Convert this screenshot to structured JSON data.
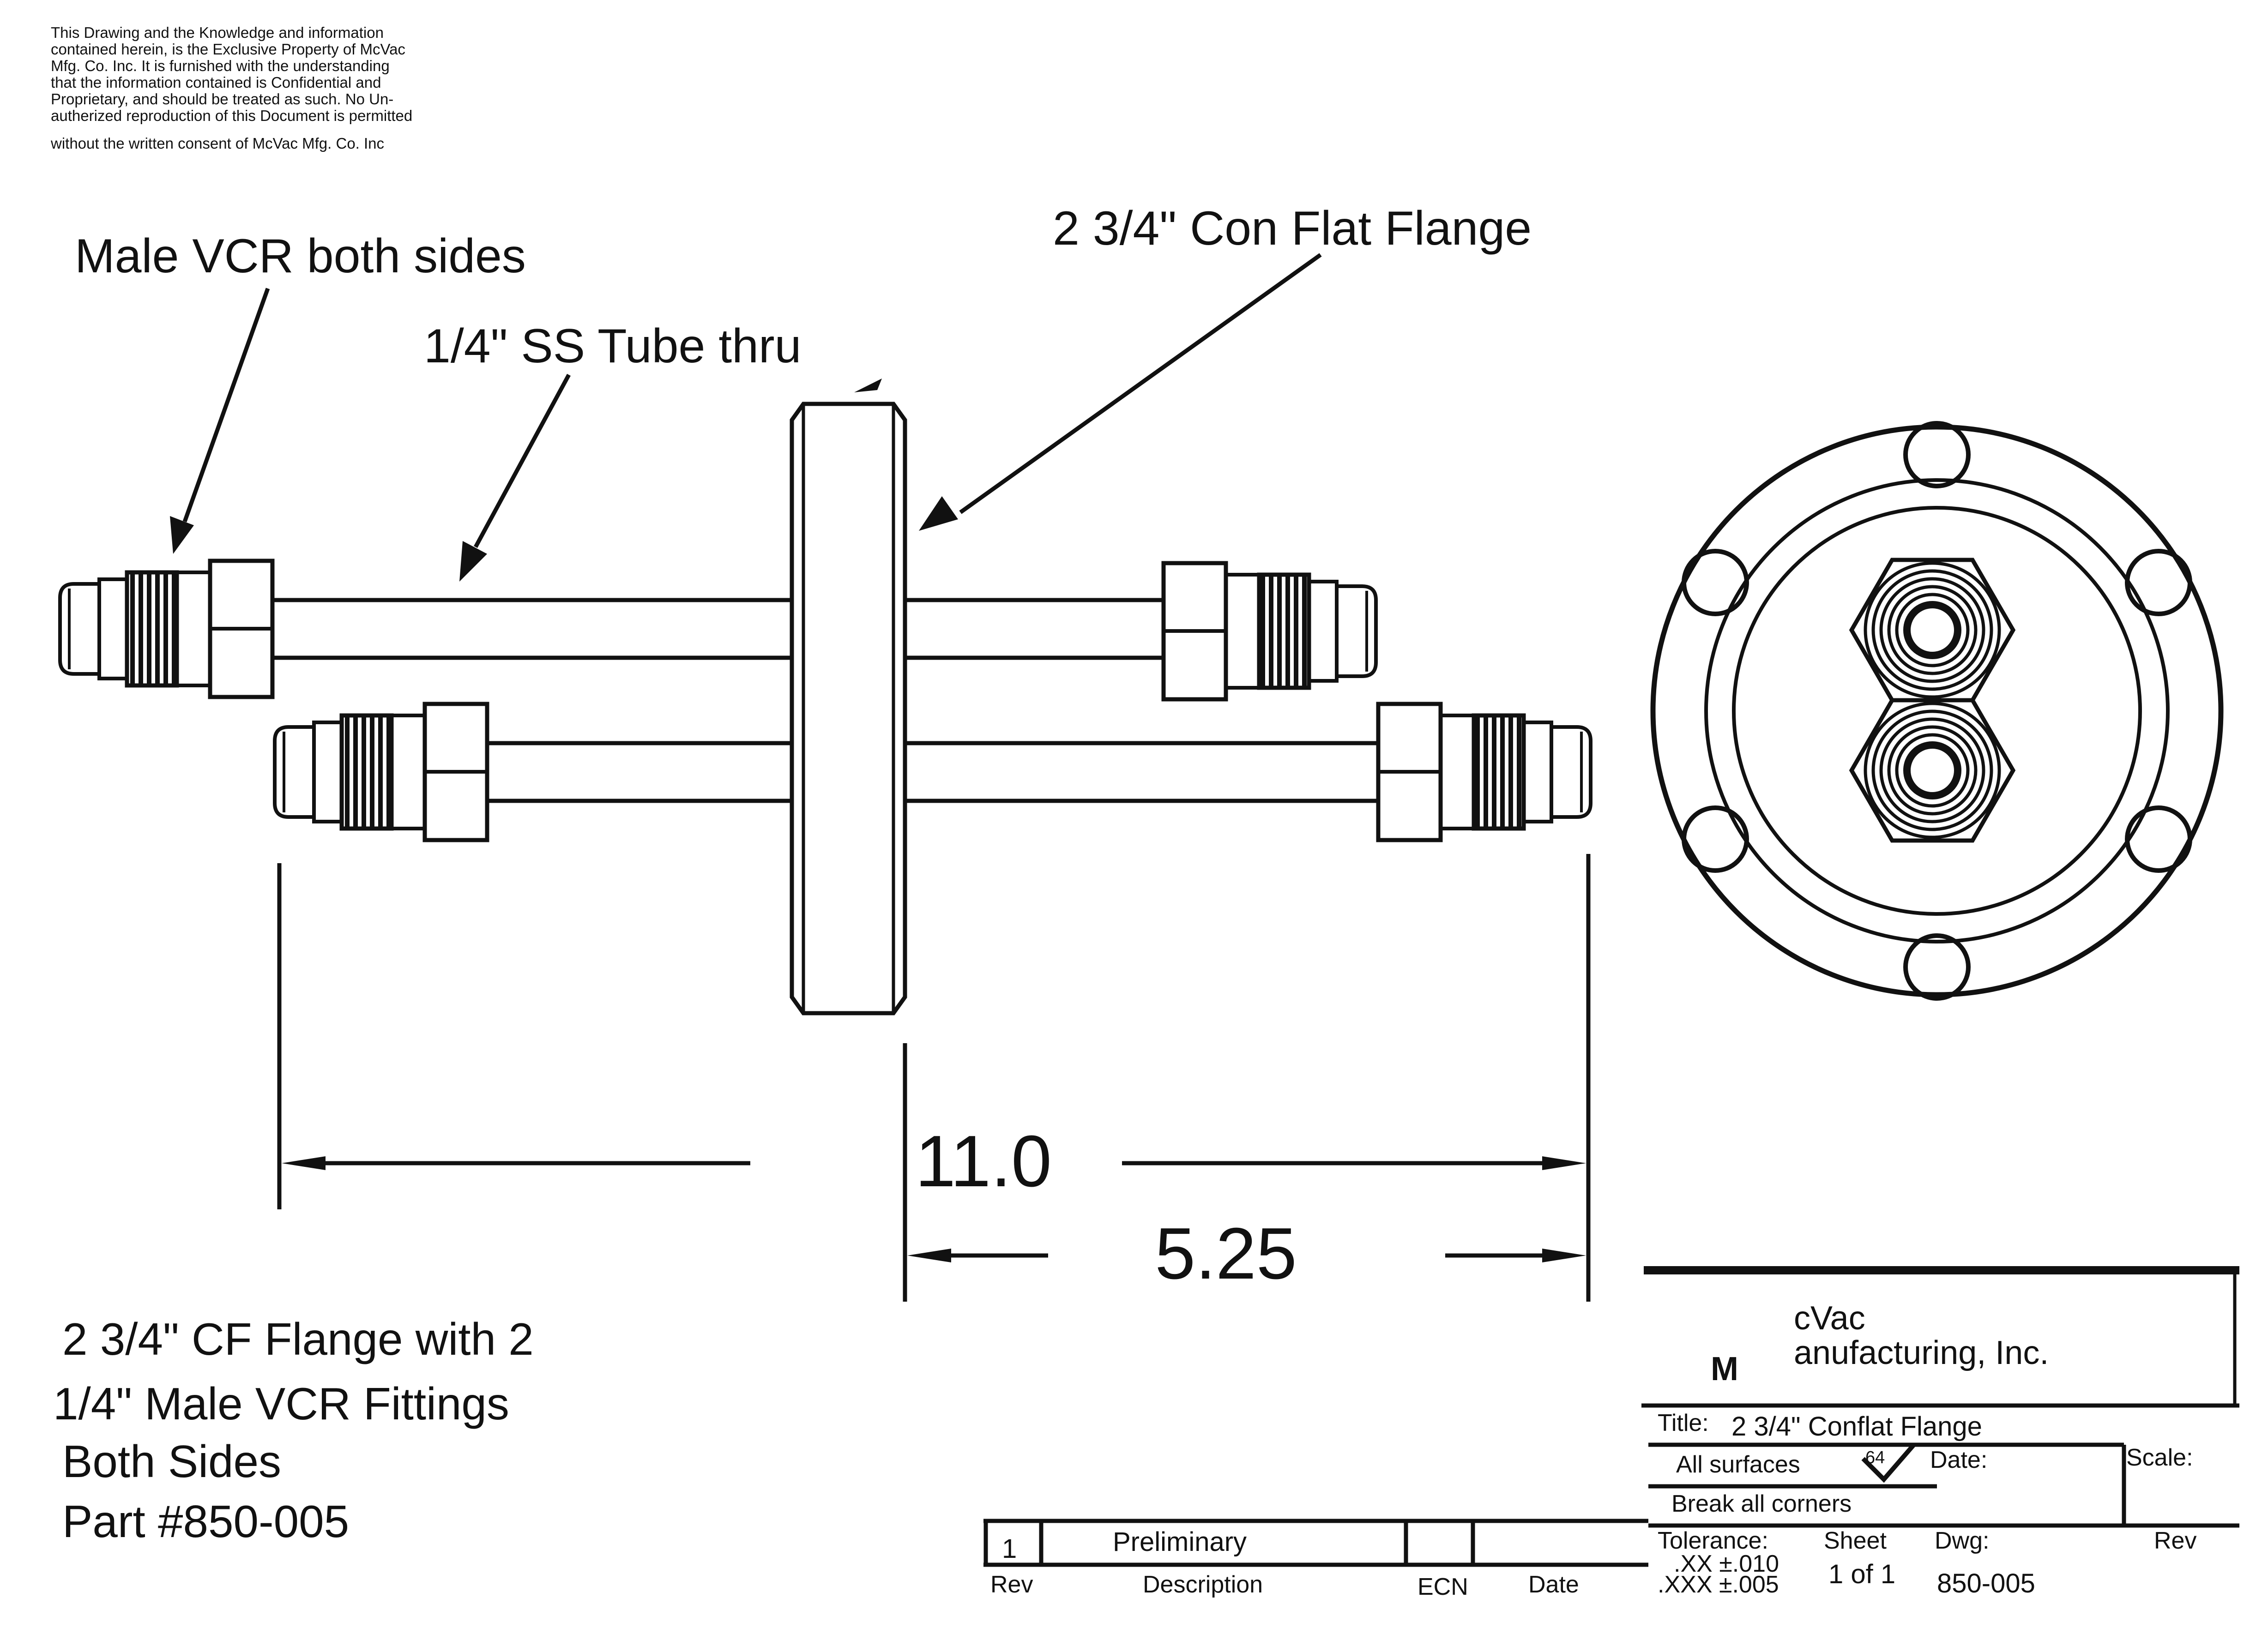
{
  "notice": {
    "lines": [
      "This Drawing and the Knowledge and information",
      "contained herein, is the Exclusive Property of McVac",
      "Mfg. Co. Inc. It is furnished with the understanding",
      "that the information contained is Confidential and",
      "Proprietary, and should be treated as such. No Un-",
      "autherized reproduction of this Document is permitted",
      "without the written consent of McVac Mfg. Co. Inc"
    ]
  },
  "callouts": {
    "male_vcr": "Male VCR both sides",
    "tube": "1/4\" SS Tube thru",
    "flange": "2 3/4\" Con Flat Flange"
  },
  "dimensions": {
    "overall": "11.0",
    "half": "5.25"
  },
  "part_description": {
    "lines": [
      "2 3/4\" CF Flange with 2",
      "1/4\" Male VCR Fittings",
      "Both Sides",
      "Part #850-005"
    ]
  },
  "revision_block": {
    "rev": "1",
    "description": "Preliminary",
    "ecn": "",
    "date": "",
    "headers": {
      "rev": "Rev",
      "description": "Description",
      "ecn": "ECN",
      "date": "Date"
    }
  },
  "title_block": {
    "logo_letter": "M",
    "company_line1": "cVac",
    "company_line2": "anufacturing, Inc.",
    "title_label": "Title:",
    "title_value": "2 3/4\" Conflat Flange",
    "all_surfaces": "All surfaces",
    "finish": "64",
    "date_label": "Date:",
    "scale_label": "Scale:",
    "break_corners": "Break all corners",
    "tolerance_label": "Tolerance:",
    "tol_xx": ".XX  ±.010",
    "tol_xxx": ".XXX  ±.005",
    "sheet_label": "Sheet",
    "sheet_value": "1  of  1",
    "dwg_label": "Dwg:",
    "dwg_value": "850-005",
    "rev_label": "Rev"
  }
}
